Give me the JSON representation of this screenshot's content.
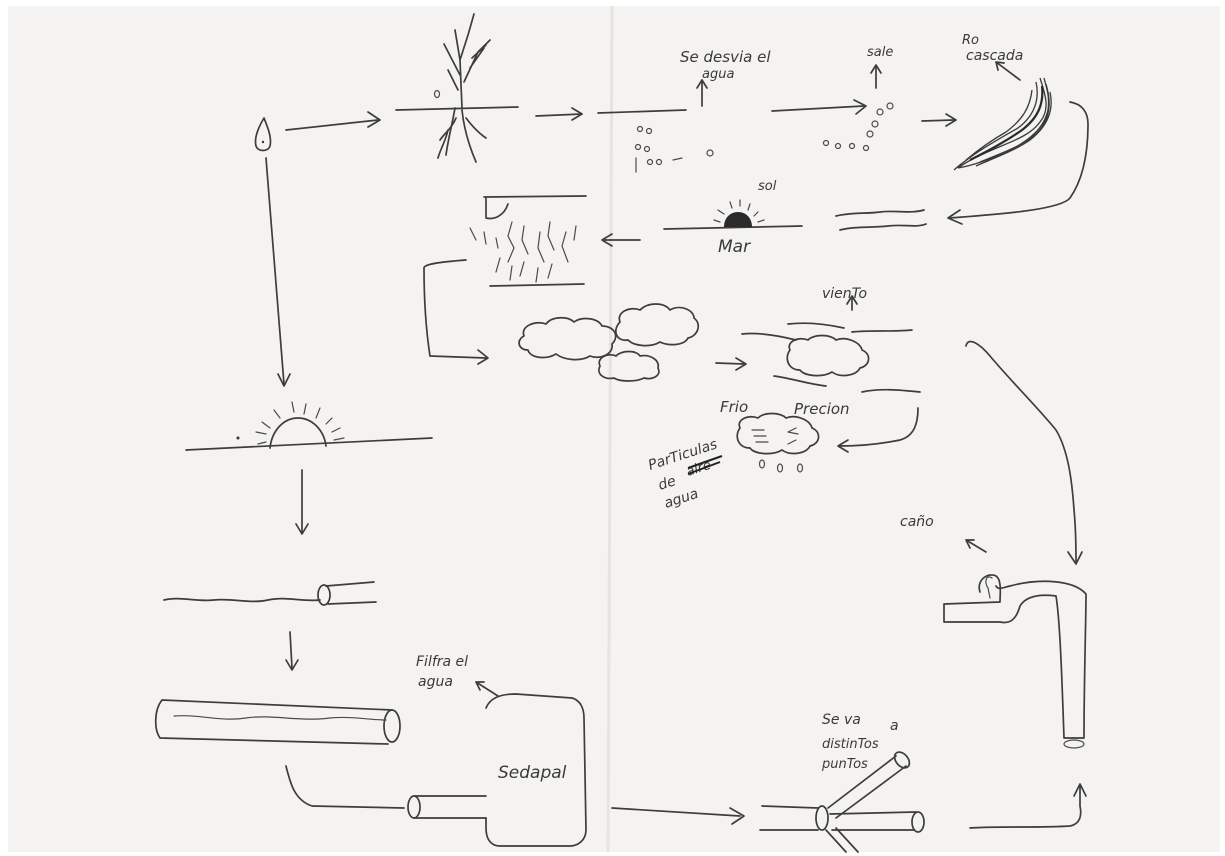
{
  "labels": {
    "se_desvia": "Se desvia el",
    "agua_1": "agua",
    "sale": "sale",
    "rio": "Ro",
    "cascada": "cascada",
    "sol": "sol",
    "mar": "Mar",
    "viento": "vienTo",
    "frio": "Frio",
    "presion": "Precion",
    "particulas": "ParTiculas",
    "de_agua": "de",
    "crossed": "aire",
    "agua_2": "agua",
    "cano": "caño",
    "filtra": "Filfra el",
    "agua_3": "agua",
    "sedapal": "Sedapal",
    "se_va": "Se va",
    "a": "a",
    "distintos": "distinTos",
    "puntos": "punTos"
  }
}
